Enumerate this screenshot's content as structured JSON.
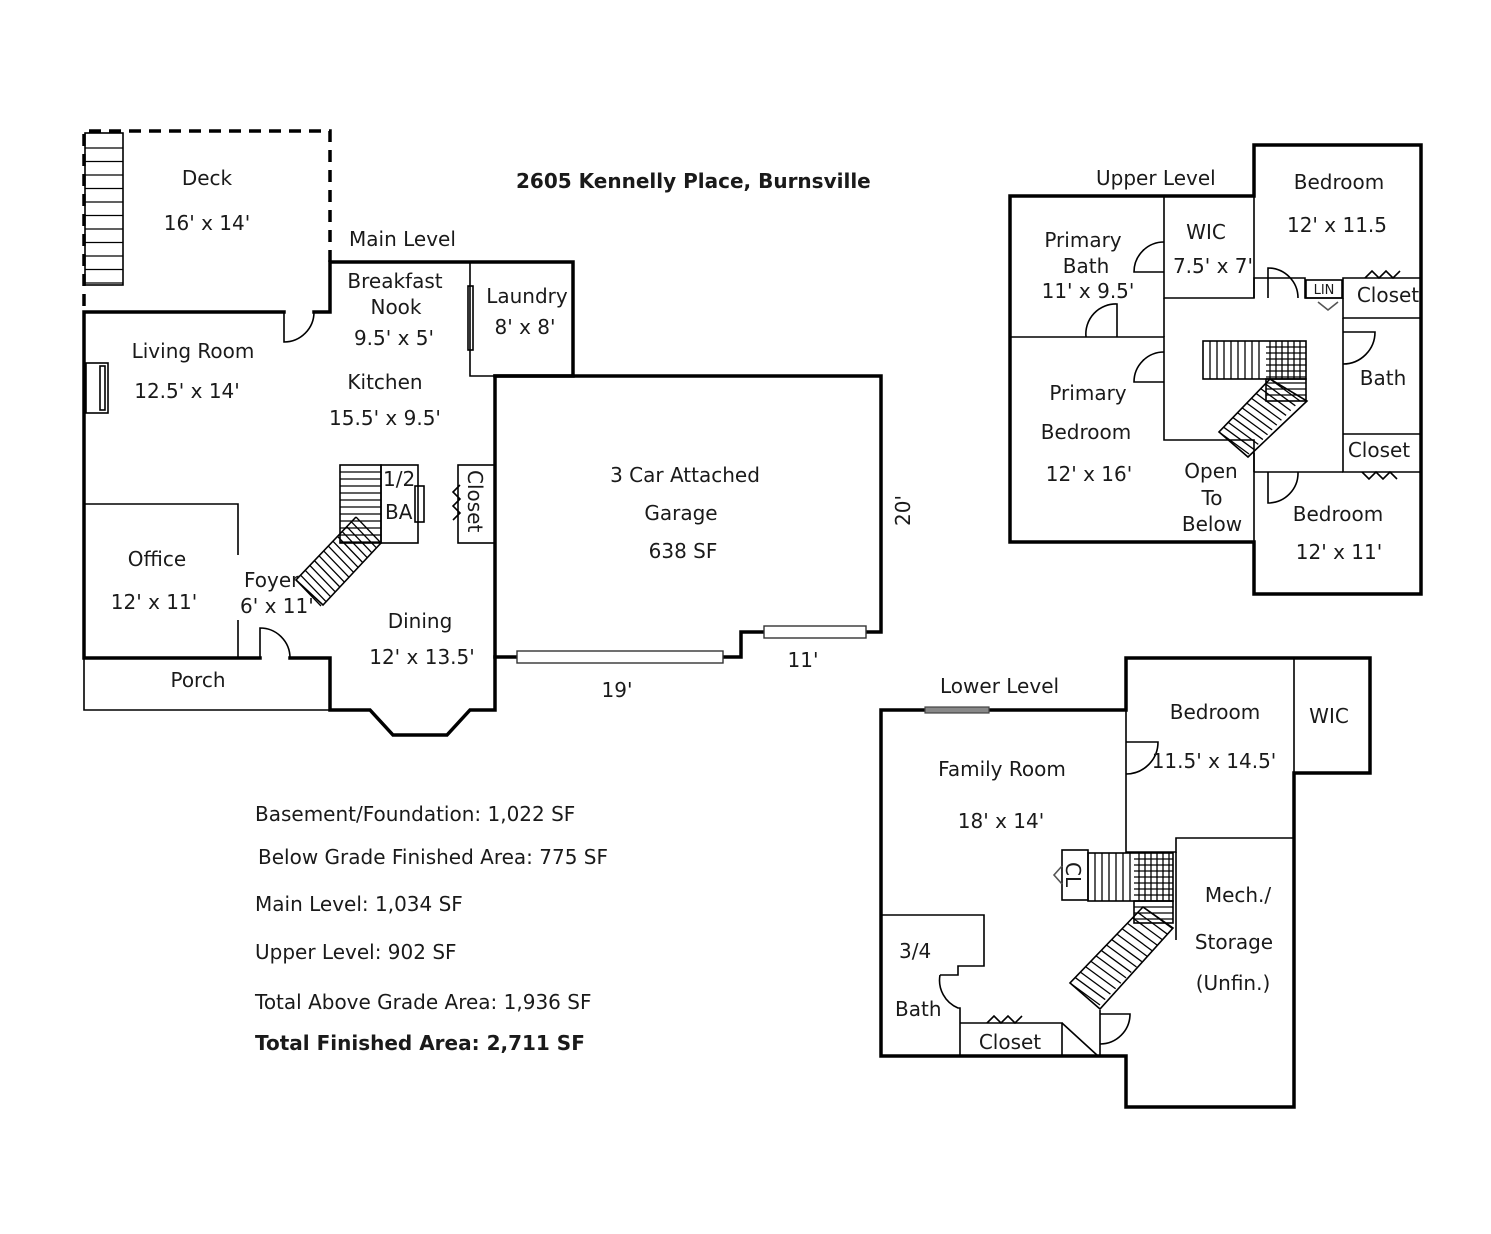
{
  "title": "2605 Kennelly Place, Burnsville",
  "levels": {
    "main": {
      "label": "Main Level",
      "rooms": {
        "deck": {
          "name": "Deck",
          "dims": "16' x 14'"
        },
        "breakfast_nook": {
          "name_line1": "Breakfast",
          "name_line2": "Nook",
          "dims": "9.5' x 5'"
        },
        "laundry": {
          "name": "Laundry",
          "dims": "8' x 8'"
        },
        "living_room": {
          "name": "Living Room",
          "dims": "12.5' x 14'"
        },
        "kitchen": {
          "name": "Kitchen",
          "dims": "15.5' x 9.5'"
        },
        "half_bath": {
          "name_line1": "1/2",
          "name_line2": "BA"
        },
        "closet": {
          "name": "Closet"
        },
        "office": {
          "name": "Office",
          "dims": "12' x 11'"
        },
        "foyer": {
          "name": "Foyer",
          "dims": "6' x 11'"
        },
        "dining": {
          "name": "Dining",
          "dims": "12' x 13.5'"
        },
        "porch": {
          "name": "Porch"
        },
        "garage": {
          "name_line1": "3 Car Attached",
          "name_line2": "Garage",
          "area": "638 SF"
        }
      },
      "garage_dims": {
        "left_door": "19'",
        "right_door": "11'",
        "depth": "20'"
      }
    },
    "upper": {
      "label": "Upper Level",
      "rooms": {
        "primary_bath": {
          "name_line1": "Primary",
          "name_line2": "Bath",
          "dims": "11' x 9.5'"
        },
        "wic": {
          "name": "WIC",
          "dims": "7.5' x 7'"
        },
        "bedroom_ne": {
          "name": "Bedroom",
          "dims": "12' x 11.5"
        },
        "linen": {
          "name": "LIN"
        },
        "closet_ne": {
          "name": "Closet"
        },
        "bath": {
          "name": "Bath"
        },
        "primary_bedroom": {
          "name_line1": "Primary",
          "name_line2": "Bedroom",
          "dims": "12' x 16'"
        },
        "open_to_below": {
          "line1": "Open",
          "line2": "To",
          "line3": "Below"
        },
        "closet_se": {
          "name": "Closet"
        },
        "bedroom_se": {
          "name": "Bedroom",
          "dims": "12' x 11'"
        }
      }
    },
    "lower": {
      "label": "Lower Level",
      "rooms": {
        "bedroom": {
          "name": "Bedroom",
          "dims": "11.5' x 14.5'"
        },
        "wic": {
          "name": "WIC"
        },
        "family_room": {
          "name": "Family Room",
          "dims": "18' x 14'"
        },
        "cl": {
          "name": "CL"
        },
        "mech": {
          "line1": "Mech./",
          "line2": "Storage",
          "line3": "(Unfin.)"
        },
        "three_quarter_bath": {
          "line1": "3/4",
          "line2": "Bath"
        },
        "closet": {
          "name": "Closet"
        }
      }
    }
  },
  "stats": [
    {
      "label": "Basement/Foundation: 1,022 SF",
      "bold": false
    },
    {
      "label": "Below Grade Finished Area: 775 SF",
      "bold": false
    },
    {
      "label": "Main Level: 1,034 SF",
      "bold": false
    },
    {
      "label": "Upper Level: 902 SF",
      "bold": false
    },
    {
      "label": "Total Above Grade Area: 1,936 SF",
      "bold": false
    },
    {
      "label": "Total Finished Area: 2,711 SF",
      "bold": true
    }
  ]
}
